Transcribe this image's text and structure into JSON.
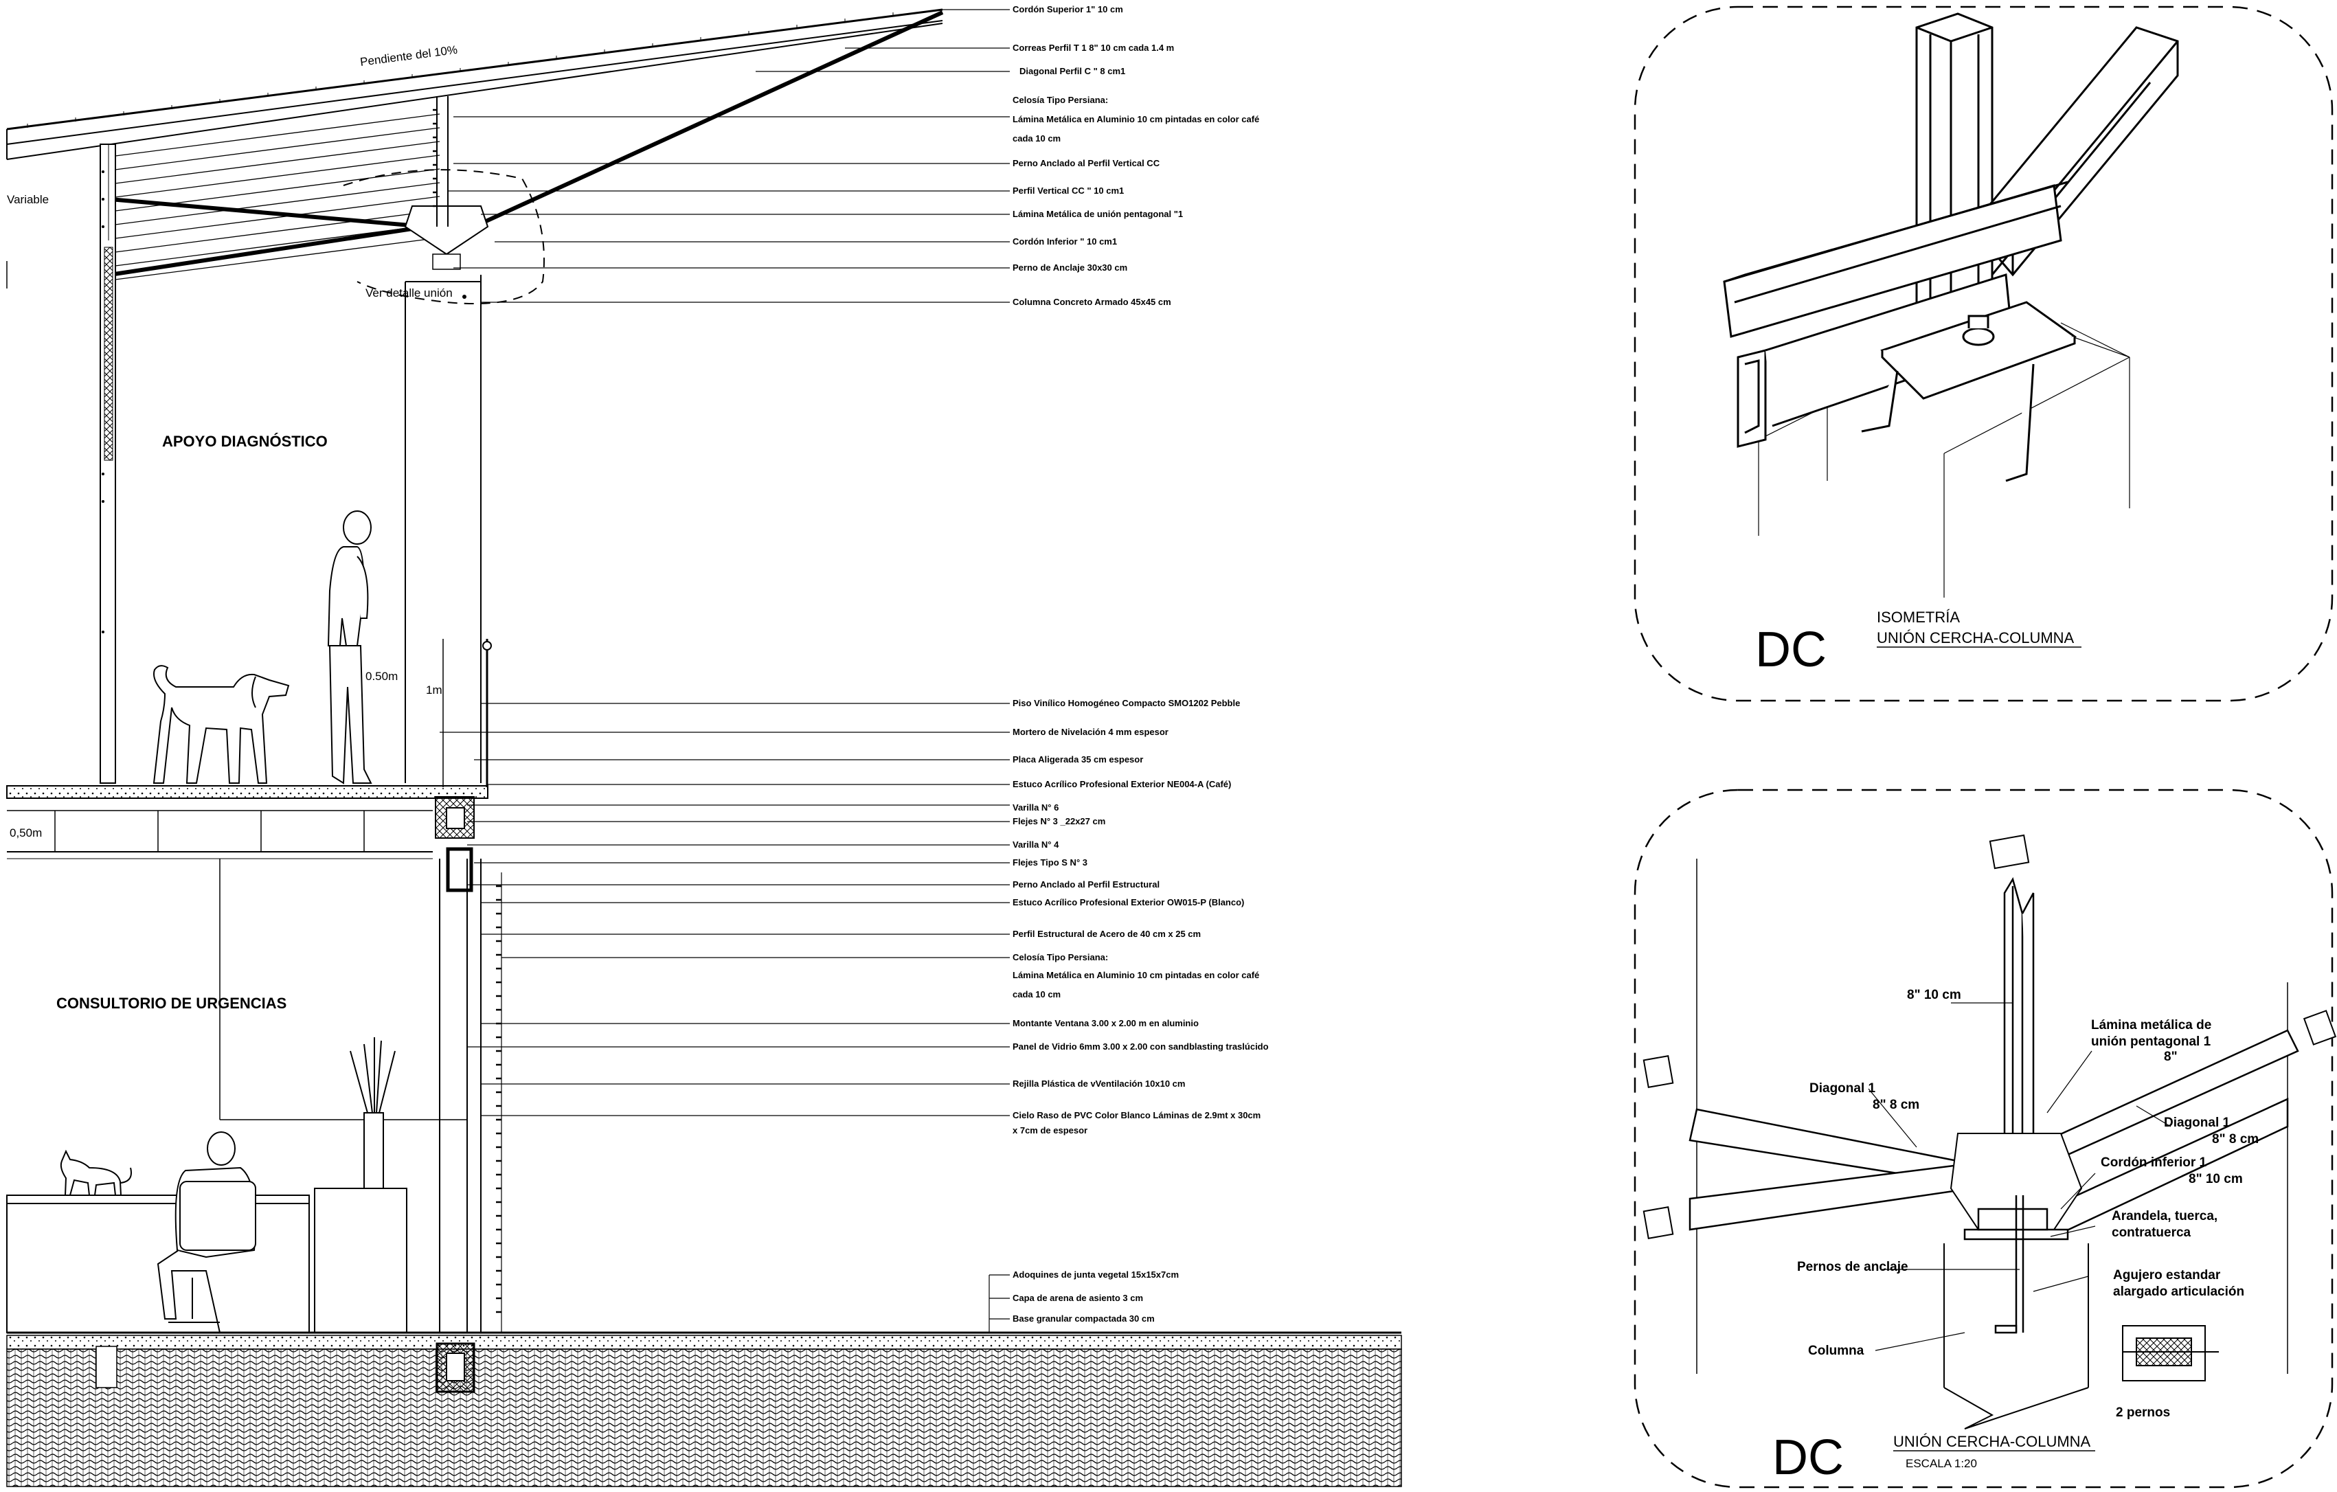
{
  "section": {
    "slope_label": "Pendiente del 10%",
    "variable_label": "Variable",
    "ver_detalle": "Ver detalle unión",
    "room_upper": "APOYO DIAGNÓSTICO",
    "room_lower": "CONSULTORIO DE URGENCIAS",
    "dim_050_upper": "0.50m",
    "dim_1m": "1m",
    "dim_050_left": "0,50m",
    "callouts": [
      "Cordón Superior 1\" 10 cm",
      "Correas Perfil T 1       8\" 10 cm cada 1.4 m",
      "Diagonal Perfil C \" 8 cm1",
      "Celosía Tipo Persiana:",
      "Lámina Metálica en Aluminio 10 cm pintadas en color café",
      "cada 10 cm",
      "Perno Anclado al Perfil Vertical CC",
      "Perfil Vertical CC \" 10 cm1",
      "Lámina Metálica de unión pentagonal \"1",
      "Cordón Inferior \" 10 cm1",
      "Perno de Anclaje 30x30 cm",
      "Columna Concreto Armado 45x45 cm",
      "Piso Vinílico Homogéneo Compacto SMO1202 Pebble",
      "Mortero de Nivelación 4 mm espesor",
      "Placa Aligerada 35 cm espesor",
      "Estuco Acrílico Profesional Exterior NE004-A (Café)",
      "Varilla N° 6",
      "Flejes N° 3 _22x27 cm",
      "Varilla N° 4",
      "Flejes Tipo S N° 3",
      "Perno Anclado al Perfil Estructural",
      "Estuco Acrílico Profesional Exterior OW015-P (Blanco)",
      "Perfil Estructural de Acero de 40 cm x 25 cm",
      "Celosía Tipo Persiana:",
      "Lámina Metálica en Aluminio 10 cm pintadas en color café",
      "cada 10 cm",
      "Montante Ventana 3.00 x 2.00 m en aluminio",
      "Panel de Vidrio 6mm 3.00 x 2.00 con sandblasting traslúcido",
      "Rejilla Plástica de vVentilación 10x10 cm",
      "Cielo Raso de PVC Color Blanco Láminas de 2.9mt x 30cm",
      "x 7cm de espesor"
    ],
    "ground_callouts": [
      "Adoquines de junta vegetal 15x15x7cm",
      "Capa de arena de asiento 3 cm",
      "Base granular compactada 30 cm"
    ]
  },
  "detail_iso": {
    "code": "DC",
    "title_line1": "ISOMETRÍA",
    "title_line2": "UNIÓN CERCHA-COLUMNA"
  },
  "detail_elev": {
    "code": "DC",
    "title": "UNIÓN CERCHA-COLUMNA",
    "scale": "ESCALA 1:20",
    "labels": {
      "vertical": "8\" 10 cm",
      "lamina_1": "Lámina metálica de",
      "lamina_2": "unión pentagonal 1",
      "lamina_3": "8\"",
      "diag_left_1": "Diagonal 1",
      "diag_left_2": "8\" 8 cm",
      "diag_right_1": "Diagonal 1",
      "diag_right_2": "8\" 8 cm",
      "cordon_1": "Cordón inferior 1",
      "cordon_2": "8\" 10 cm",
      "arandela_1": "Arandela, tuerca,",
      "arandela_2": "contratuerca",
      "pernos": "Pernos de anclaje",
      "agujero_1": "Agujero estandar",
      "agujero_2": "alargado articulación",
      "columna": "Columna",
      "dos_pernos": "2 pernos"
    }
  }
}
